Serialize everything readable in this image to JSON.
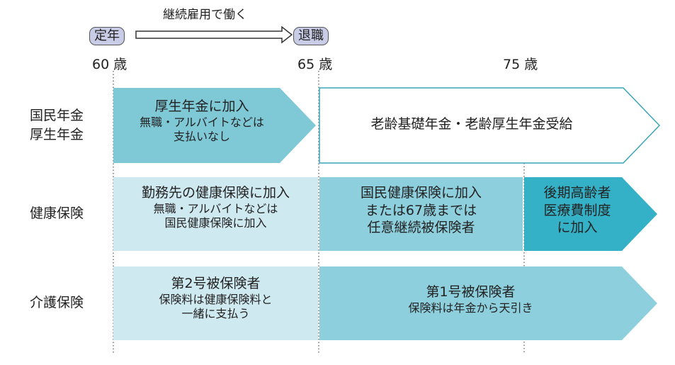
{
  "header": {
    "start": "定年",
    "end": "退職",
    "arrow_label": "継続雇用で働く"
  },
  "ages": [
    "60 歳",
    "65 歳",
    "75 歳"
  ],
  "rows": [
    {
      "label": "国民年金\n厚生年金",
      "cells": [
        {
          "title": "厚生年金に加入",
          "note": "無職・アルバイトなどは\n支払いなし"
        },
        {
          "title": "老齢基礎年金・老齢厚生年金受給"
        }
      ]
    },
    {
      "label": "健康保険",
      "cells": [
        {
          "title": "勤務先の健康保険に加入",
          "note": "無職・アルバイトなどは\n国民健康保険に加入"
        },
        {
          "title": "国民健康保険に加入\nまたは67歳までは\n任意継続被保険者"
        },
        {
          "title": "後期高齢者\n医療費制度\nに加入"
        }
      ]
    },
    {
      "label": "介護保険",
      "cells": [
        {
          "title": "第2号被保険者",
          "note": "保険料は健康保険料と\n一緒に支払う"
        },
        {
          "title": "第1号被保険者",
          "note": "保険料は年金から天引き"
        }
      ]
    }
  ],
  "colors": {
    "light": "#cfe9f0",
    "mid": "#8dcfdc",
    "dark": "#34b1c6",
    "arrow1": "#7fc8d6",
    "border": "#3aa5b8",
    "pill": "#c9cce6"
  }
}
